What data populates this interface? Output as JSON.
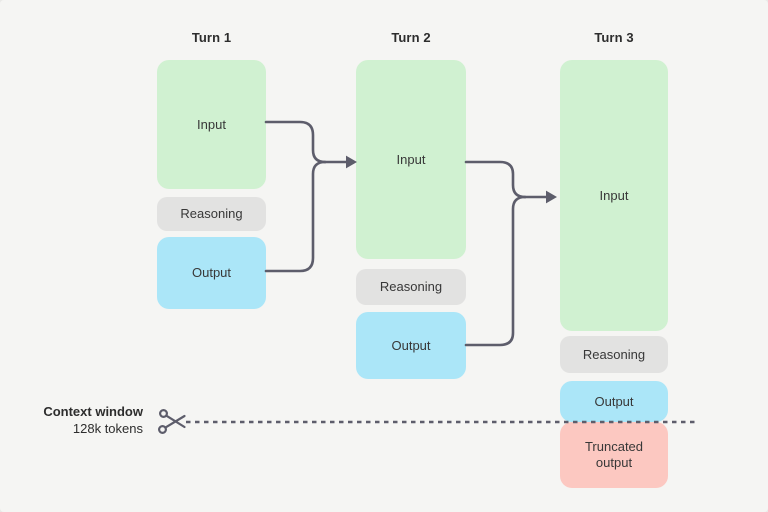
{
  "colors": {
    "background": "#f5f5f3",
    "input_box": "#d0f1d1",
    "reasoning_box": "#e2e2e1",
    "output_box": "#abe6f8",
    "truncated_box": "#fcc8c1",
    "arrow": "#5d5d6b",
    "title_text": "#2d2d2d",
    "box_text": "#383838"
  },
  "icons": {
    "scissors": "scissors-icon"
  },
  "turns": [
    {
      "title": "Turn 1",
      "boxes": [
        {
          "label": "Input",
          "kind": "input"
        },
        {
          "label": "Reasoning",
          "kind": "reasoning"
        },
        {
          "label": "Output",
          "kind": "output"
        }
      ]
    },
    {
      "title": "Turn 2",
      "boxes": [
        {
          "label": "Input",
          "kind": "input"
        },
        {
          "label": "Reasoning",
          "kind": "reasoning"
        },
        {
          "label": "Output",
          "kind": "output"
        }
      ]
    },
    {
      "title": "Turn 3",
      "boxes": [
        {
          "label": "Input",
          "kind": "input"
        },
        {
          "label": "Reasoning",
          "kind": "reasoning"
        },
        {
          "label": "Output",
          "kind": "output"
        },
        {
          "label": "Truncated output",
          "kind": "truncated"
        }
      ]
    }
  ],
  "context_window": {
    "label": "Context window",
    "sublabel": "128k tokens"
  }
}
